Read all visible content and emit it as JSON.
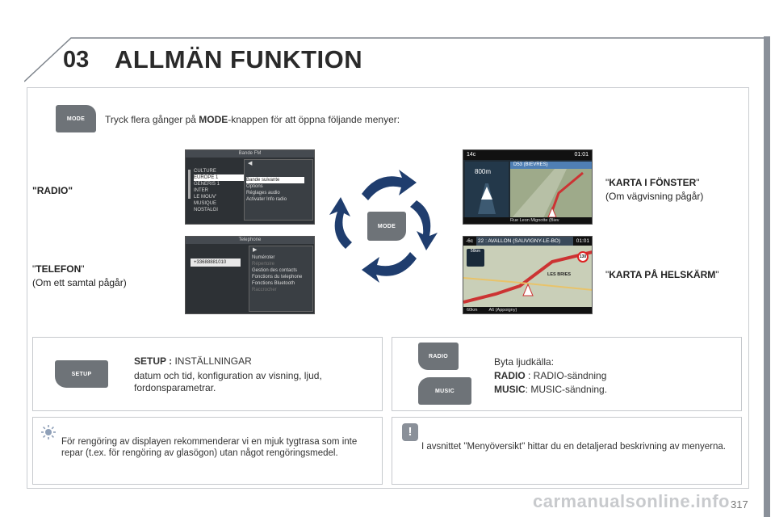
{
  "header": {
    "chapter": "03",
    "title": "ALLMÄN FUNKTION"
  },
  "mode_section": {
    "mode_button": "MODE",
    "intro_before": "Tryck flera gånger på ",
    "intro_bold": "MODE",
    "intro_after": "-knappen för att öppna följande menyer:",
    "center_button": "MODE"
  },
  "menus": {
    "radio": "\"RADIO\"",
    "telefon_q1": "\"",
    "telefon_bold": "TELEFON",
    "telefon_q2": "\"",
    "telefon_sub": "(Om ett samtal pågår)",
    "karta_fonster_q1": "\"",
    "karta_fonster_bold": "KARTA I FÖNSTER",
    "karta_fonster_q2": "\"",
    "karta_fonster_sub": "(Om vägvisning pågår)",
    "karta_hel_q1": "\"",
    "karta_hel_bold": "KARTA PÅ HELSKÄRM",
    "karta_hel_q2": "\""
  },
  "screens": {
    "radio": {
      "title": "Bande FM",
      "list": [
        "CULTURE",
        "EUROPE 1",
        "GENERIS 1",
        "INTER",
        "LE MOUV'",
        "MUSIQUE",
        "NOSTALGI"
      ],
      "submenu": [
        "Bande suivante",
        "Options",
        "Réglages audio",
        "Activater Info radio"
      ]
    },
    "telephone": {
      "title": "Telephone",
      "number": "+33688881010",
      "submenu": [
        "Numéroter",
        "Répertoire",
        "Gestion des contacts",
        "Fonctions du telephone",
        "Fonctions Bluetooth",
        "Raccrocher"
      ]
    },
    "map_window": {
      "temp": "14c",
      "time": "01:01",
      "distance": "800m",
      "road": "D53 (BIEVRES)",
      "street": "Rue Leon Mignotte (Biev"
    },
    "map_full": {
      "temp": "-6c",
      "route": "22 : AVALLON (SAUVIGNY-LE-BO)",
      "time": "01:01",
      "dist_left": "56km",
      "speed": "130",
      "place": "LES BRIES",
      "road_bottom": "A6 (Appoigny)",
      "dist_bottom": "60km"
    }
  },
  "setup": {
    "button": "SETUP",
    "title_bold": "SETUP :",
    "title_rest": " INSTÄLLNINGAR",
    "desc": "datum och tid, konfiguration av visning, ljud, fordonsparametrar."
  },
  "source": {
    "radio_button": "RADIO",
    "music_button": "MUSIC",
    "heading": "Byta ljudkälla:",
    "radio_bold": "RADIO",
    "radio_rest": " : RADIO-sändning",
    "music_bold": "MUSIC",
    "music_rest": ": MUSIC-sändning."
  },
  "tip": {
    "text": "För rengöring av displayen rekommenderar vi en mjuk tygtrasa som inte repar (t.ex. för rengöring av glasögon) utan något rengöringsmedel."
  },
  "note": {
    "text": "I avsnittet \"Menyöversikt\" hittar du en detaljerad beskrivning av menyerna."
  },
  "page_number": "317",
  "watermark": "carmanualsonline.info",
  "colors": {
    "arrow": "#1f3d6e",
    "button": "#6e7378",
    "frame": "#7e848c",
    "tip_icon": "#8fa0b8"
  }
}
